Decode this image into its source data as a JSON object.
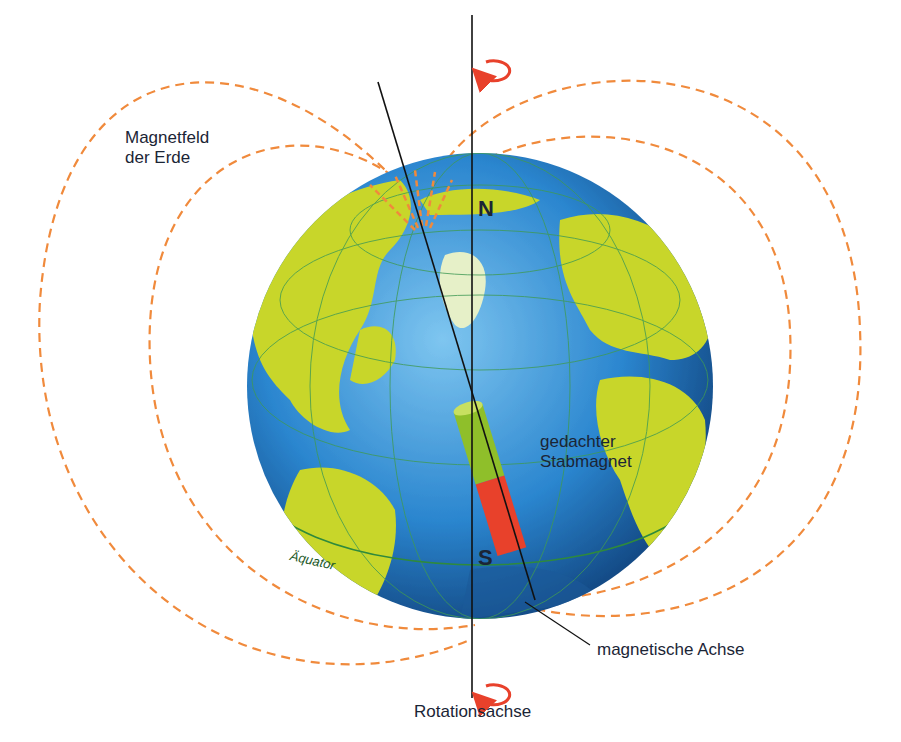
{
  "diagram": {
    "labels": [
      "Magnetfeld der Erde",
      "N",
      "gedachter Stabmagnet",
      "Äquator",
      "S",
      "magnetische Achse",
      "Rotationsachse"
    ]
  }
}
